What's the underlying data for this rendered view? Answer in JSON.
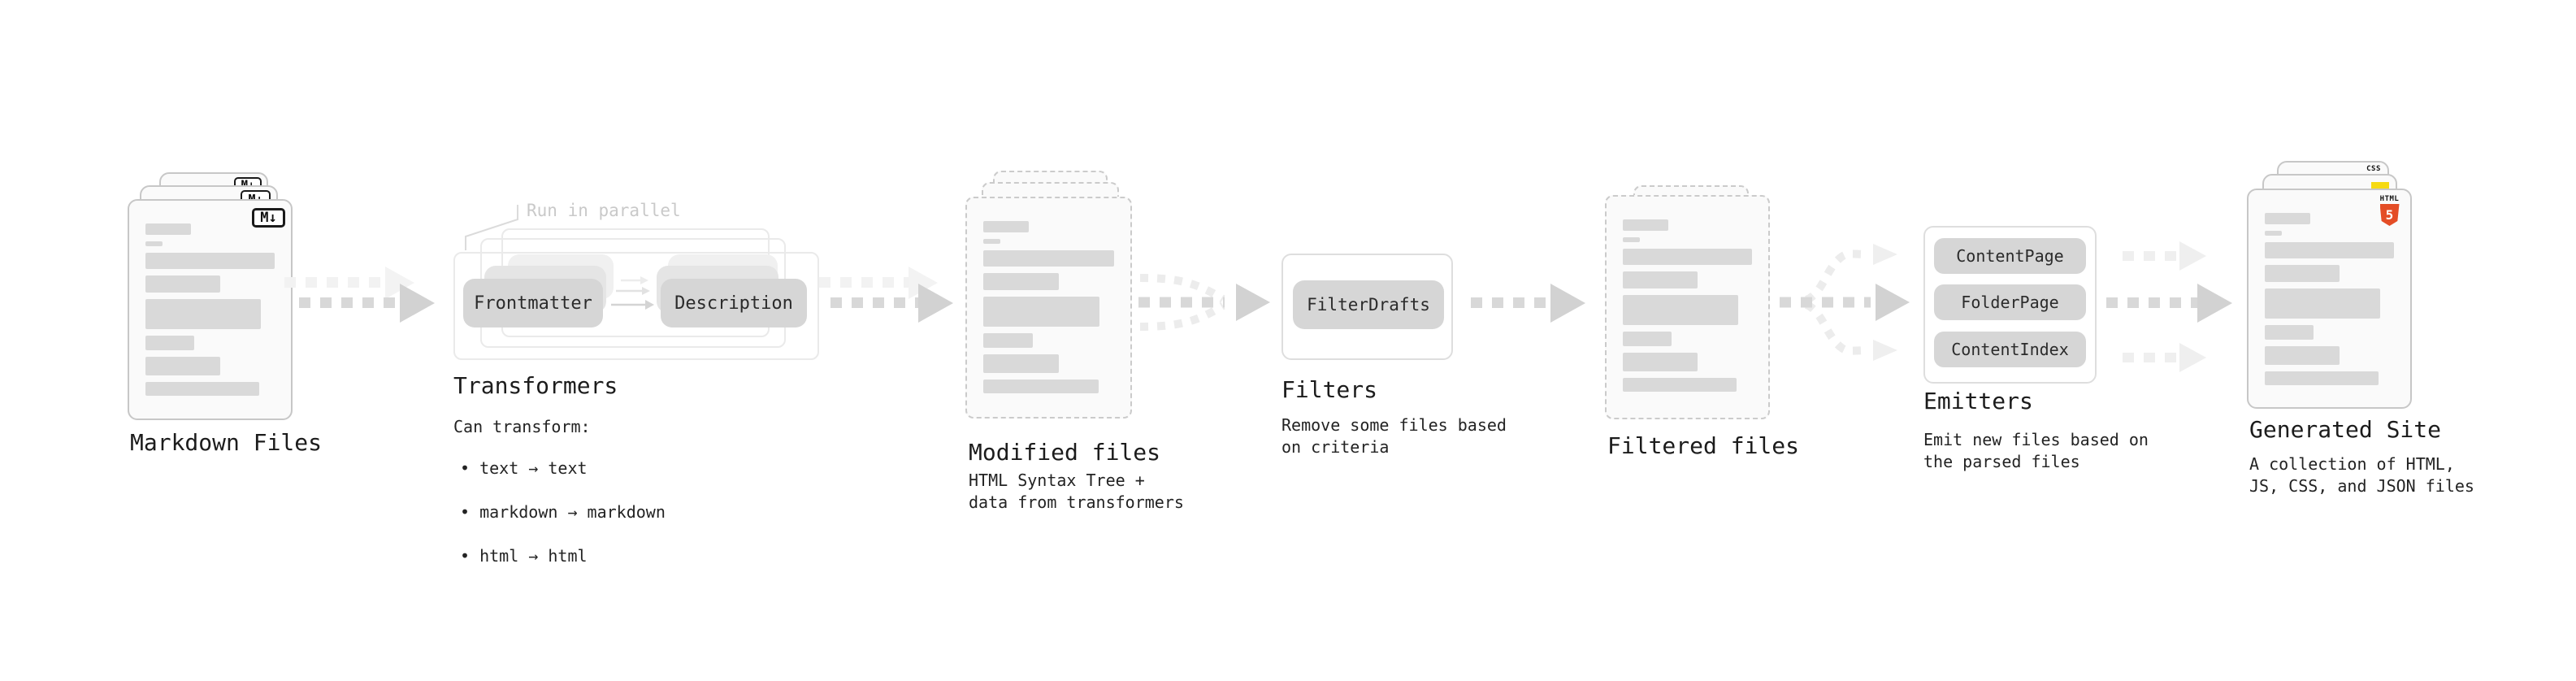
{
  "diagram": {
    "markdown": {
      "label": "Markdown Files",
      "badge": "M↓"
    },
    "transformers": {
      "annotation": "Run in parallel",
      "source_pill": "Frontmatter",
      "target_pill": "Description",
      "label": "Transformers",
      "caption_title": "Can transform:",
      "bullets": [
        "• text → text",
        "• markdown → markdown",
        "• html → html"
      ]
    },
    "modified": {
      "label": "Modified files",
      "caption": "HTML Syntax Tree +\ndata from transformers"
    },
    "filters": {
      "pill": "FilterDrafts",
      "label": "Filters",
      "caption": "Remove some files based\non criteria"
    },
    "filtered": {
      "label": "Filtered files"
    },
    "emitters": {
      "pills": [
        "ContentPage",
        "FolderPage",
        "ContentIndex"
      ],
      "label": "Emitters",
      "caption": "Emit new files based on\nthe parsed files"
    },
    "generated": {
      "label": "Generated Site",
      "caption": "A collection of HTML,\nJS, CSS, and JSON files",
      "css_badge": "CSS",
      "html_badge_text": "HTML",
      "html_badge_number": "5"
    }
  },
  "colors": {
    "html5_orange": "#e44d26",
    "css_blue": "#2b63f0",
    "js_yellow": "#f6da12",
    "flow_gray": "#d2d2d2",
    "placeholder_bar": "#d9d9d9"
  }
}
